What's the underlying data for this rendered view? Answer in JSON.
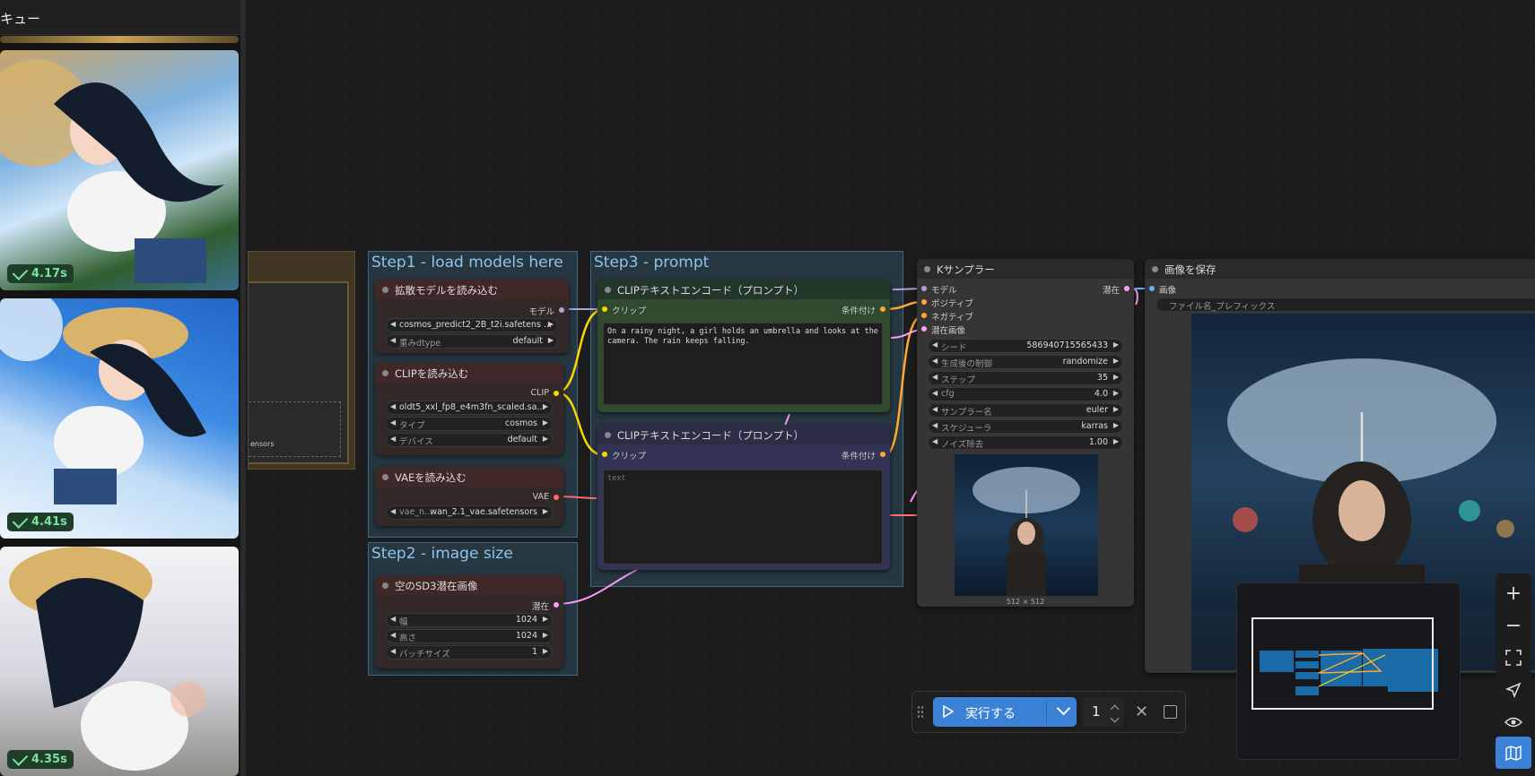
{
  "queue": {
    "title": "キュー",
    "items": [
      {
        "time": "4.17s"
      },
      {
        "time": "4.41s"
      },
      {
        "time": "4.35s"
      }
    ]
  },
  "groups": {
    "step1": "Step1 - load models here",
    "step2": "Step2 - image size",
    "step3": "Step3 - prompt",
    "brown_snippet": "ensors"
  },
  "nodes": {
    "diffusion": {
      "title": "拡散モデルを読み込む",
      "out_label": "モデル",
      "unet_value": "cosmos_predict2_2B_t2i.safetens ...",
      "dtype_label": "重みdtype",
      "dtype_value": "default"
    },
    "clip_loader": {
      "title": "CLIPを読み込む",
      "out_label": "CLIP",
      "name_value": "oldt5_xxl_fp8_e4m3fn_scaled.sa...",
      "type_label": "タイプ",
      "type_value": "cosmos",
      "device_label": "デバイス",
      "device_value": "default"
    },
    "vae": {
      "title": "VAEを読み込む",
      "out_label": "VAE",
      "name_label": "vae_n...",
      "name_value": "wan_2.1_vae.safetensors"
    },
    "latent": {
      "title": "空のSD3潜在画像",
      "out_label": "潜在",
      "width_label": "幅",
      "width_value": "1024",
      "height_label": "高さ",
      "height_value": "1024",
      "batch_label": "バッチサイズ",
      "batch_value": "1"
    },
    "clip_pos": {
      "title": "CLIPテキストエンコード（プロンプト）",
      "in_label": "クリップ",
      "out_label": "条件付け",
      "text": "On a rainy night, a girl holds an umbrella and looks at the camera. The rain keeps falling."
    },
    "clip_neg": {
      "title": "CLIPテキストエンコード（プロンプト）",
      "in_label": "クリップ",
      "out_label": "条件付け",
      "placeholder": "text"
    },
    "ksampler": {
      "title": "Kサンプラー",
      "in_model": "モデル",
      "in_positive": "ポジティブ",
      "in_negative": "ネガティブ",
      "in_latent": "潜在画像",
      "out_label": "潜在",
      "seed_label": "シード",
      "seed_value": "586940715565433",
      "control_label": "生成後の制御",
      "control_value": "randomize",
      "steps_label": "ステップ",
      "steps_value": "35",
      "cfg_label": "cfg",
      "cfg_value": "4.0",
      "sampler_label": "サンプラー名",
      "sampler_value": "euler",
      "scheduler_label": "スケジューラ",
      "scheduler_value": "karras",
      "denoise_label": "ノイズ除去",
      "denoise_value": "1.00",
      "preview_size": "512 × 512"
    },
    "save": {
      "title": "画像を保存",
      "in_label": "画像",
      "prefix_label": "ファイル名_プレフィックス"
    }
  },
  "runbar": {
    "run_label": "実行する",
    "count": "1"
  },
  "colors": {
    "accent": "#3b82d6",
    "model": "#b39ddb",
    "clip": "#ffd500",
    "cond": "#ffa931",
    "vae": "#ff6e6e",
    "latent": "#ff9cf9",
    "image": "#64b5f6"
  }
}
